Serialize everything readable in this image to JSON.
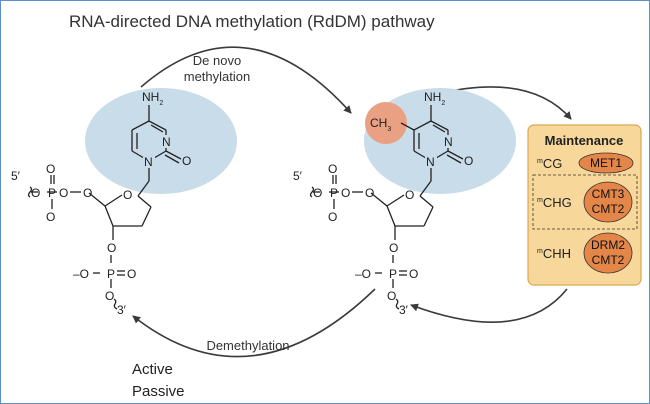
{
  "title": "RNA-directed DNA methylation (RdDM) pathway",
  "arrows": {
    "de_novo": [
      "De novo",
      "methylation"
    ],
    "demethylation": "Demethylation"
  },
  "demethylation_types": [
    "Active",
    "Passive"
  ],
  "molecule": {
    "amine": "NH",
    "amine_sub": "2",
    "n": "N",
    "o": "O",
    "ring_o": "O",
    "p": "P",
    "neg_o": "–O",
    "five_prime": "5′",
    "three_prime": "3′",
    "methyl": "CH",
    "methyl_sub": "3"
  },
  "maintenance": {
    "title": "Maintenance",
    "rows": [
      {
        "context_sup": "m",
        "context": "CG",
        "enzymes": [
          "MET1"
        ]
      },
      {
        "context_sup": "m",
        "context": "CHG",
        "enzymes": [
          "CMT3",
          "CMT2"
        ]
      },
      {
        "context_sup": "m",
        "context": "CHH",
        "enzymes": [
          "DRM2",
          "CMT2"
        ]
      }
    ]
  },
  "colors": {
    "ellipse": "#c9dcea",
    "methyl": "#e9a083",
    "panel": "#f8d89a",
    "panel_border": "#d9a74e",
    "enzyme": "#e58649",
    "border": "#5b8fc9"
  }
}
